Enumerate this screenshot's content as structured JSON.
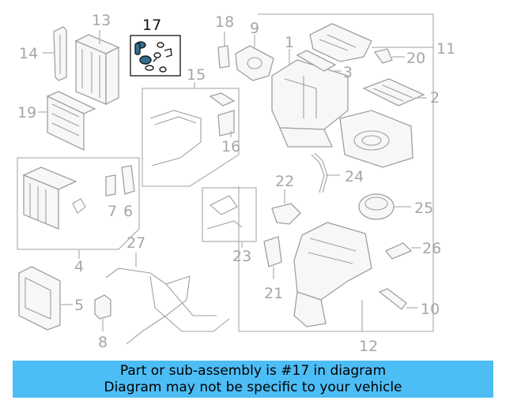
{
  "diagram": {
    "callouts": {
      "c1": "1",
      "c2": "2",
      "c3": "3",
      "c4": "4",
      "c5": "5",
      "c6": "6",
      "c7": "7",
      "c8": "8",
      "c9": "9",
      "c10": "10",
      "c11": "11",
      "c12": "12",
      "c13": "13",
      "c14": "14",
      "c15": "15",
      "c16": "16",
      "c17": "17",
      "c18": "18",
      "c19": "19",
      "c20": "20",
      "c21": "21",
      "c22": "22",
      "c23": "23",
      "c24": "24",
      "c25": "25",
      "c26": "26",
      "c27": "27"
    },
    "highlighted_part": "17"
  },
  "banner": {
    "line1": "Part or sub-assembly is #17 in diagram",
    "line2": "Diagram may not be specific to your vehicle",
    "color": "#4dbdf5"
  }
}
